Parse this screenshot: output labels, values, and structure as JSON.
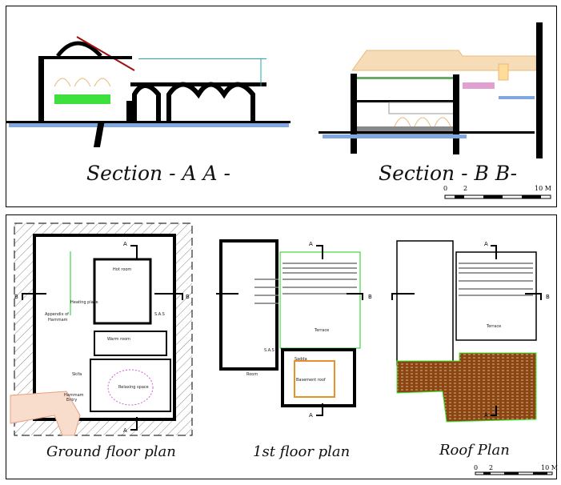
{
  "sections": {
    "section_aa": {
      "title": "Section - A A -"
    },
    "section_bb": {
      "title": "Section - B B-"
    },
    "scale_top": {
      "start": "0",
      "mid": "2",
      "end": "10 M"
    }
  },
  "plans": {
    "ground_floor": {
      "title": "Ground floor plan",
      "rooms": [
        "Hot room",
        "Heating place",
        "Appendix of",
        "Hammam",
        "S.A.S",
        "Warm room",
        "Skifa",
        "Relaxing space",
        "Hammam",
        "Entry"
      ]
    },
    "first_floor": {
      "title": "1st floor plan",
      "rooms": [
        "Terrace",
        "S.A.S",
        "Sadda",
        "Room",
        "Basement roof"
      ]
    },
    "roof": {
      "title": "Roof Plan",
      "rooms": [
        "Terrace"
      ]
    },
    "scale_bottom": {
      "start": "0",
      "mid": "2",
      "end": "10 M"
    },
    "section_marks": {
      "a": "A",
      "b": "B"
    }
  },
  "colors": {
    "wall": "#000000",
    "green": "#22cc22",
    "roof_tile": "#8b4513",
    "tan": "#e8b87a",
    "pink": "#d060d0",
    "blue_ground": "#7fa8e0"
  }
}
